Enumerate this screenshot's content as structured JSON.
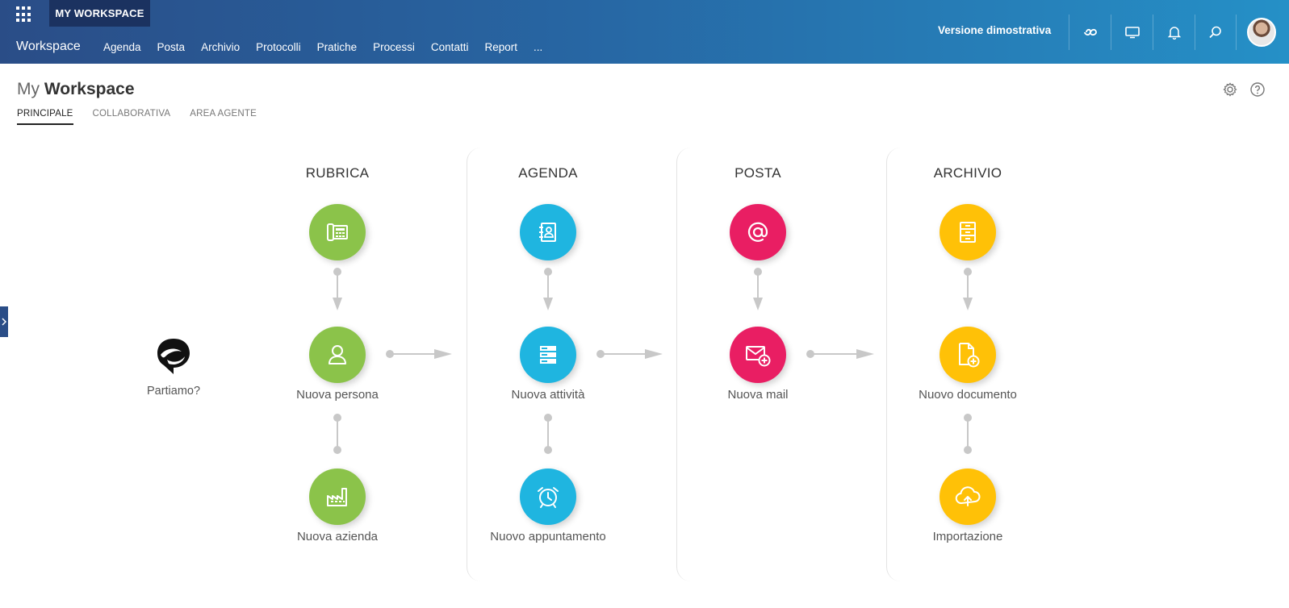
{
  "topbar": {
    "workspace_chip": "MY WORKSPACE",
    "brand": "Workspace",
    "nav": [
      "Agenda",
      "Posta",
      "Archivio",
      "Protocolli",
      "Pratiche",
      "Processi",
      "Contatti",
      "Report",
      "..."
    ],
    "demo_label": "Versione dimostrativa",
    "icons": [
      "infinity-icon",
      "monitor-icon",
      "bell-icon",
      "search-icon"
    ]
  },
  "page": {
    "title_light": "My",
    "title_bold": "Workspace",
    "tabs": [
      "PRINCIPALE",
      "COLLABORATIVA",
      "AREA AGENTE"
    ],
    "active_tab": "PRINCIPALE"
  },
  "start": {
    "label": "Partiamo?"
  },
  "columns": [
    {
      "title": "RUBRICA",
      "color": "#8bc34a",
      "nodes": [
        {
          "label": "",
          "icon": "phonebook-icon"
        },
        {
          "label": "Nuova persona",
          "icon": "person-icon"
        },
        {
          "label": "Nuova azienda",
          "icon": "factory-icon"
        }
      ]
    },
    {
      "title": "AGENDA",
      "color": "#1fb5e0",
      "nodes": [
        {
          "label": "",
          "icon": "address-book-icon"
        },
        {
          "label": "Nuova attività",
          "icon": "list-icon"
        },
        {
          "label": "Nuovo appuntamento",
          "icon": "alarm-clock-icon"
        }
      ]
    },
    {
      "title": "POSTA",
      "color": "#e91e63",
      "nodes": [
        {
          "label": "",
          "icon": "at-icon"
        },
        {
          "label": "Nuova mail",
          "icon": "mail-add-icon"
        }
      ]
    },
    {
      "title": "ARCHIVIO",
      "color": "#ffc107",
      "nodes": [
        {
          "label": "",
          "icon": "cabinet-icon"
        },
        {
          "label": "Nuovo documento",
          "icon": "document-add-icon"
        },
        {
          "label": "Importazione",
          "icon": "cloud-upload-icon"
        }
      ]
    }
  ]
}
